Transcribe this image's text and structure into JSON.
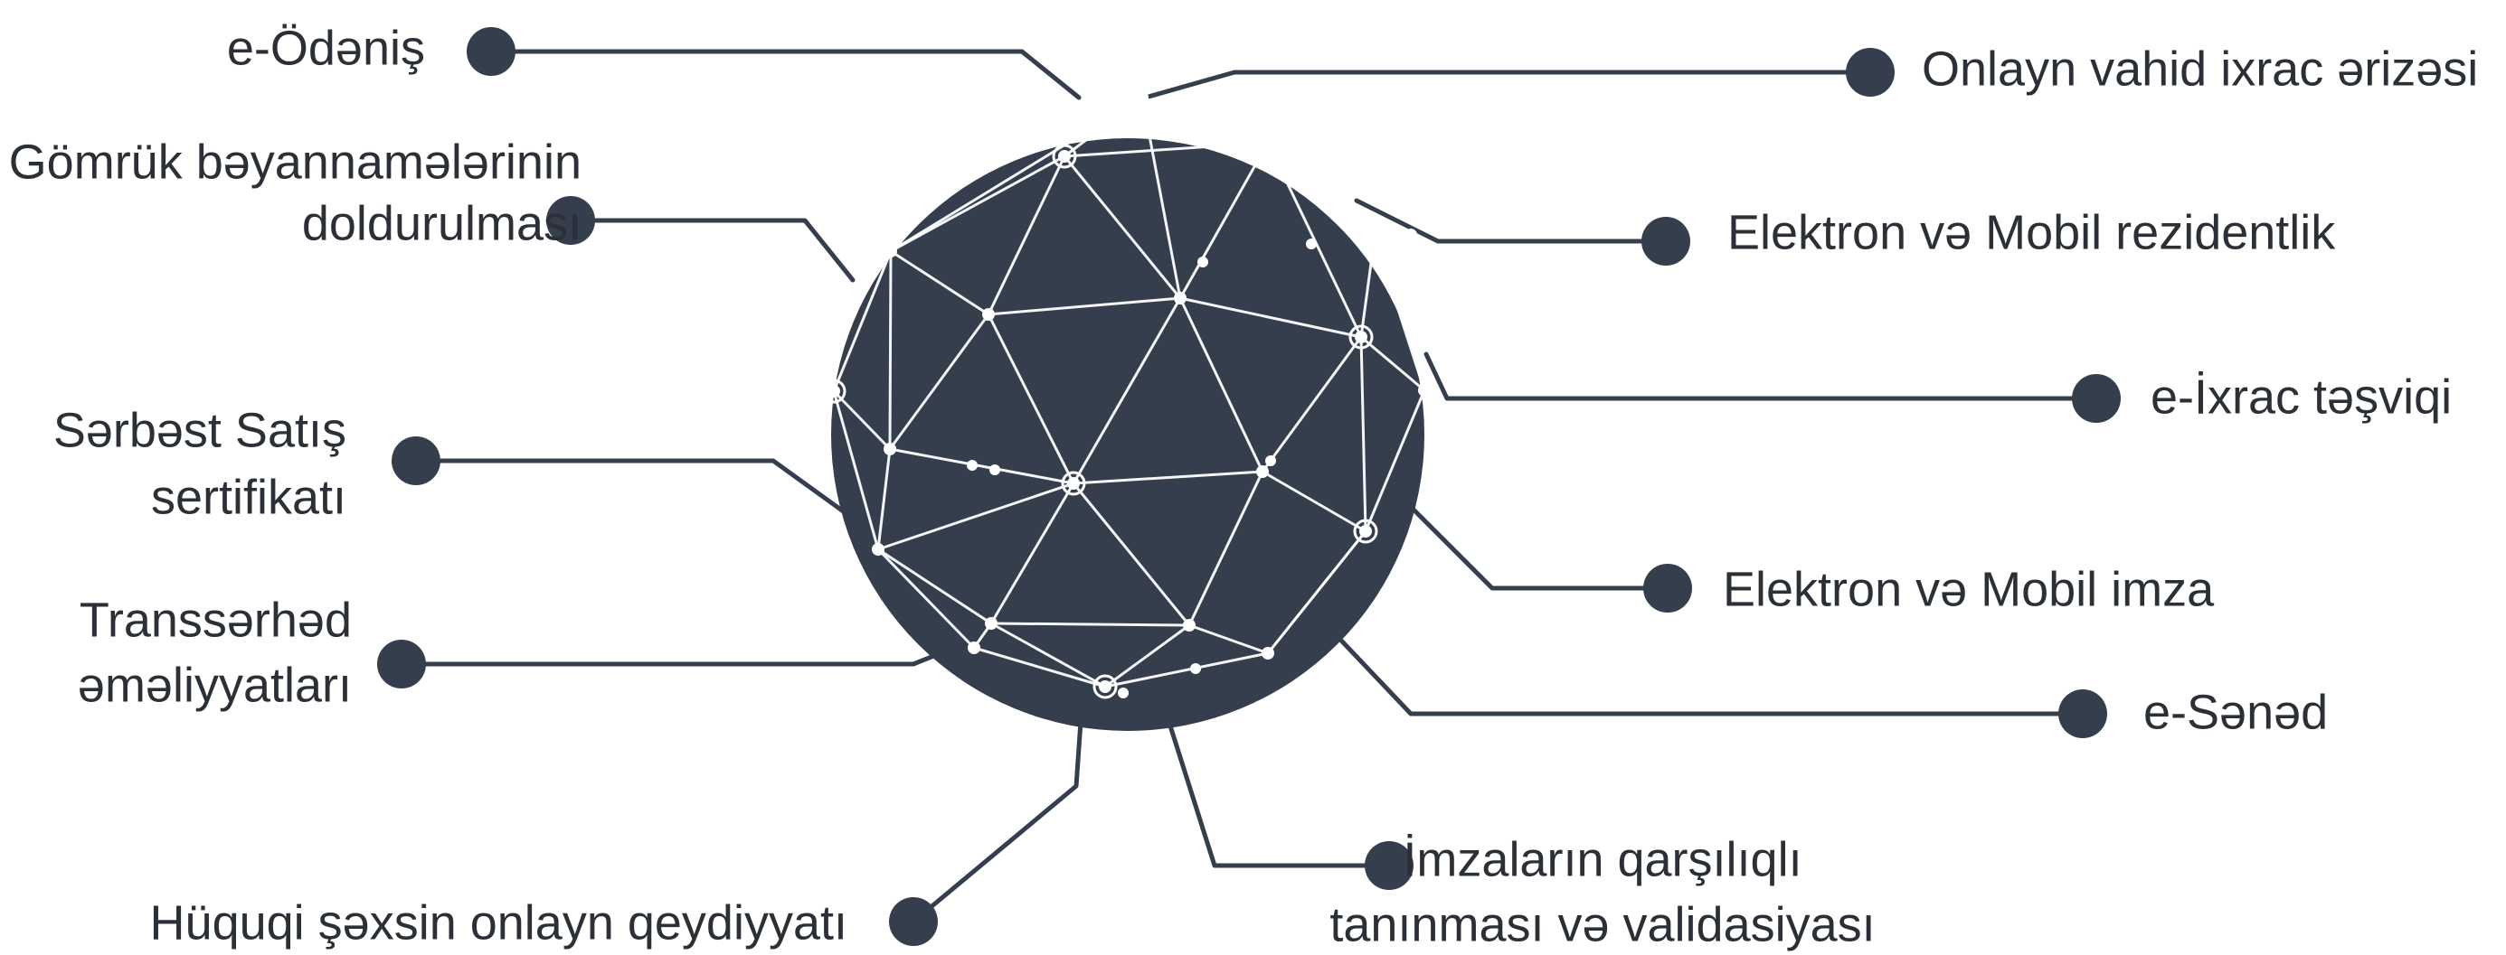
{
  "colors": {
    "primary": "#353e4d",
    "mesh": "#ffffff",
    "text": "#2b2f36",
    "background": "#ffffff"
  },
  "center": {
    "icon": "globe-network-icon"
  },
  "services": [
    {
      "id": "e-odenis",
      "lines": [
        "e-Ödəniş"
      ]
    },
    {
      "id": "gomruk",
      "lines": [
        "Gömrük bəyannamələrinin",
        "doldurulması"
      ]
    },
    {
      "id": "serbest-satis",
      "lines": [
        "Sərbəst Satış",
        "sertifikatı"
      ]
    },
    {
      "id": "transserhed",
      "lines": [
        "Transsərhəd",
        "əməliyyatları"
      ]
    },
    {
      "id": "huquqi-shexs",
      "lines": [
        "Hüquqi şəxsin onlayn qeydiyyatı"
      ]
    },
    {
      "id": "imzalar",
      "lines": [
        "İmzaların qarşılıqlı",
        "tanınması və validasiyası"
      ]
    },
    {
      "id": "e-sened",
      "lines": [
        "e-Sənəd"
      ]
    },
    {
      "id": "elektron-imza",
      "lines": [
        "Elektron və Mobil imza"
      ]
    },
    {
      "id": "e-ixrac",
      "lines": [
        "e-İxrac təşviqi"
      ]
    },
    {
      "id": "elektron-rezidentlik",
      "lines": [
        "Elektron və Mobil rezidentlik"
      ]
    },
    {
      "id": "onlayn-ixrac",
      "lines": [
        "Onlayn vahid ixrac ərizəsi"
      ]
    }
  ]
}
